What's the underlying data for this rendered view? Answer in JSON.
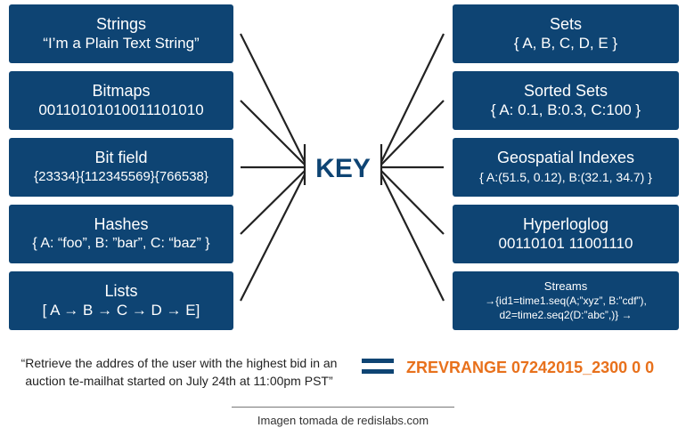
{
  "key_label": "KEY",
  "left_boxes": [
    {
      "title": "Strings",
      "value": "“I’m a Plain Text String”"
    },
    {
      "title": "Bitmaps",
      "value": "00110101010011101010"
    },
    {
      "title": "Bit field",
      "value": "{23334}{112345569}{766538}"
    },
    {
      "title": "Hashes",
      "value": "{ A: “foo”, B: ”bar”, C: “baz” }"
    },
    {
      "title": "Lists",
      "value": "[ A → B → C → D → E]"
    }
  ],
  "right_boxes": [
    {
      "title": "Sets",
      "value": "{ A, B, C, D, E }"
    },
    {
      "title": "Sorted Sets",
      "value": "{ A: 0.1, B:0.3, C:100 }"
    },
    {
      "title": "Geospatial Indexes",
      "value": "{ A:(51.5, 0.12), B:(32.1, 34.7) }"
    },
    {
      "title": "Hyperloglog",
      "value": "00110101 11001110"
    },
    {
      "title": "Streams",
      "value_line1": "→{id1=time1.seq(A;”xyz”, B:”cdf”),",
      "value_line2": "d2=time2.seq2(D:”abc”,)} →"
    }
  ],
  "query_line1": "“Retrieve the addres of the user with the highest bid in an",
  "query_line2": "auction te-mailhat started on July 24th at 11:00pm PST”",
  "command": "ZREVRANGE 07242015_2300 0 0",
  "credit": "Imagen tomada de redislabs.com",
  "colors": {
    "box": "#0e4473",
    "accent": "#e8711c",
    "line": "#222222"
  }
}
